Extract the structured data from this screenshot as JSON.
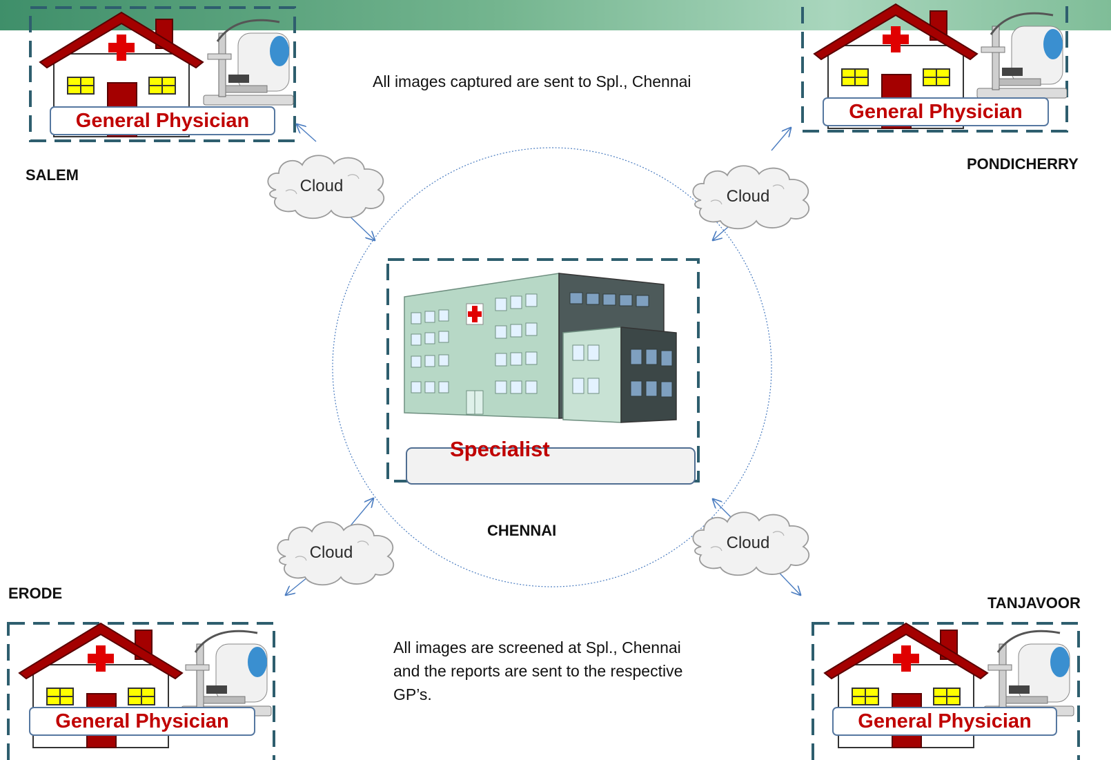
{
  "note_top": "All images captured are sent to Spl., Chennai",
  "note_bottom": [
    "All images are screened at Spl., Chennai",
    "and the reports are sent to the respective",
    "GP’s."
  ],
  "center": {
    "city": "CHENNAI",
    "label": "Specialist"
  },
  "sites": [
    {
      "city": "SALEM",
      "label": "General Physician",
      "cloud": "Cloud"
    },
    {
      "city": "PONDICHERRY",
      "label": "General Physician",
      "cloud": "Cloud"
    },
    {
      "city": "ERODE",
      "label": "General Physician",
      "cloud": "Cloud"
    },
    {
      "city": "TANJAVOOR",
      "label": "General Physician",
      "cloud": "Cloud"
    }
  ],
  "colors": {
    "dashed_border": "#2e5e6e",
    "label_text": "#c00000",
    "arrow": "#4a7cc0",
    "house_roof": "#a40000"
  }
}
